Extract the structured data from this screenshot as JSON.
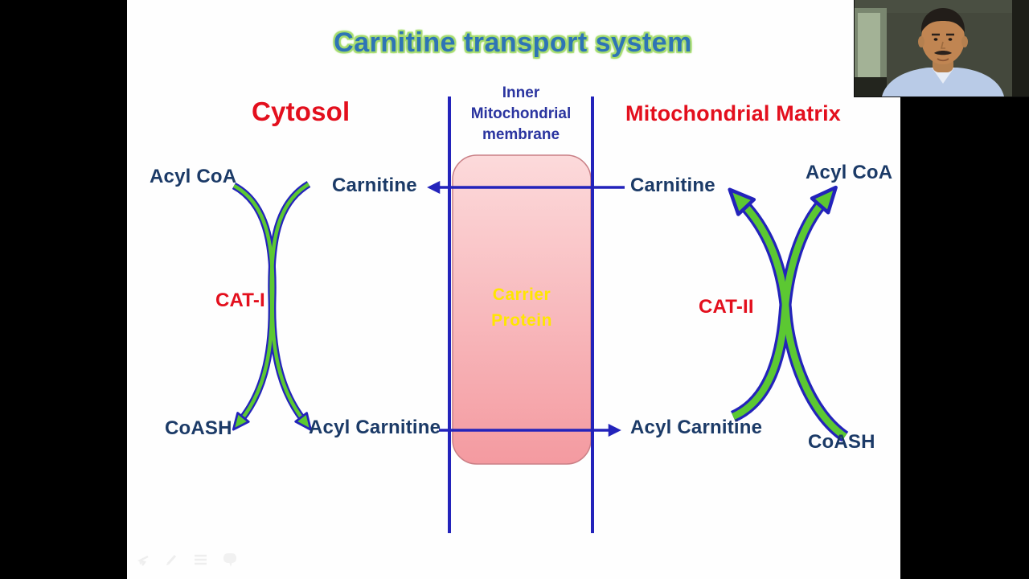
{
  "title": {
    "text": "Carnitine transport system"
  },
  "regions": {
    "cytosol": "Cytosol",
    "matrix": "Mitochondrial Matrix",
    "inner_membrane": {
      "line1": "Inner",
      "line2": "Mitochondrial",
      "line3": "membrane"
    }
  },
  "carrier_protein": {
    "line1": "Carrier",
    "line2": "Protein"
  },
  "cytosol_side": {
    "acyl_coa": "Acyl CoA",
    "carnitine": "Carnitine",
    "enzyme": "CAT-I",
    "coash": "CoASH",
    "acyl_carnitine": "Acyl Carnitine"
  },
  "matrix_side": {
    "carnitine": "Carnitine",
    "acyl_coa": "Acyl CoA",
    "enzyme": "CAT-II",
    "acyl_carnitine": "Acyl Carnitine",
    "coash": "CoASH"
  },
  "colors": {
    "title_blue": "#2e74b5",
    "title_glow_green": "#a6dc6e",
    "region_red": "#e30f1d",
    "label_navy": "#1b3a67",
    "diagram_blue": "#2323bb",
    "arrow_green": "#5cc832",
    "carrier_box_top": "#fcdadb",
    "carrier_box_bottom": "#f49aa0",
    "carrier_text_yellow": "#ffe600"
  },
  "toolbar": {
    "icons": [
      "previous-slide",
      "pen-tool",
      "slide-menu",
      "annotations"
    ]
  }
}
